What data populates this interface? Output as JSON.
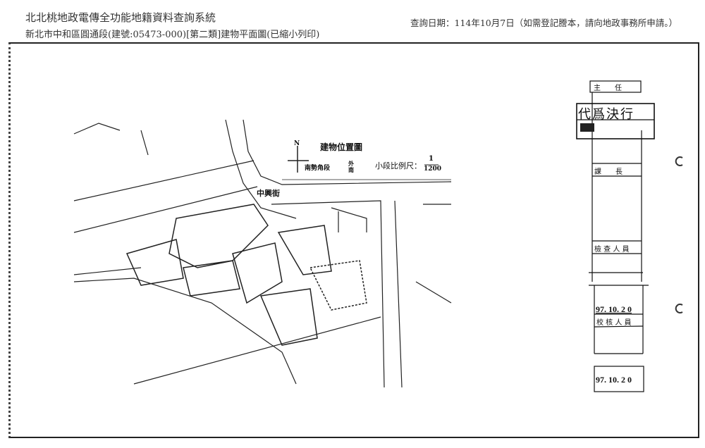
{
  "header": {
    "system_title": "北北桃地政電傳全功能地籍資料查詢系統",
    "subtitle": "新北市中和區圓通段(建號:05473-000)[第二類]建物平面圖(已縮小列印)",
    "query_date": "查詢日期：114年10月7日（如需登記謄本，請向地政事務所申請。）"
  },
  "map": {
    "title": "建物位置圖",
    "north": "N",
    "section": "南勢角段",
    "subsection": "外 南",
    "scale_label": "小段比例尺：",
    "scale_num": "1",
    "scale_den": "1200",
    "road": "中興街"
  },
  "approval": {
    "director": "主　　任",
    "stamp": "代爲決行",
    "section_chief": "課　　長",
    "inspector": "檢 查 人 員",
    "date1": "97. 10. 2 0",
    "reviewer": "校 核 人 員",
    "date2": "97. 10. 2 0"
  }
}
